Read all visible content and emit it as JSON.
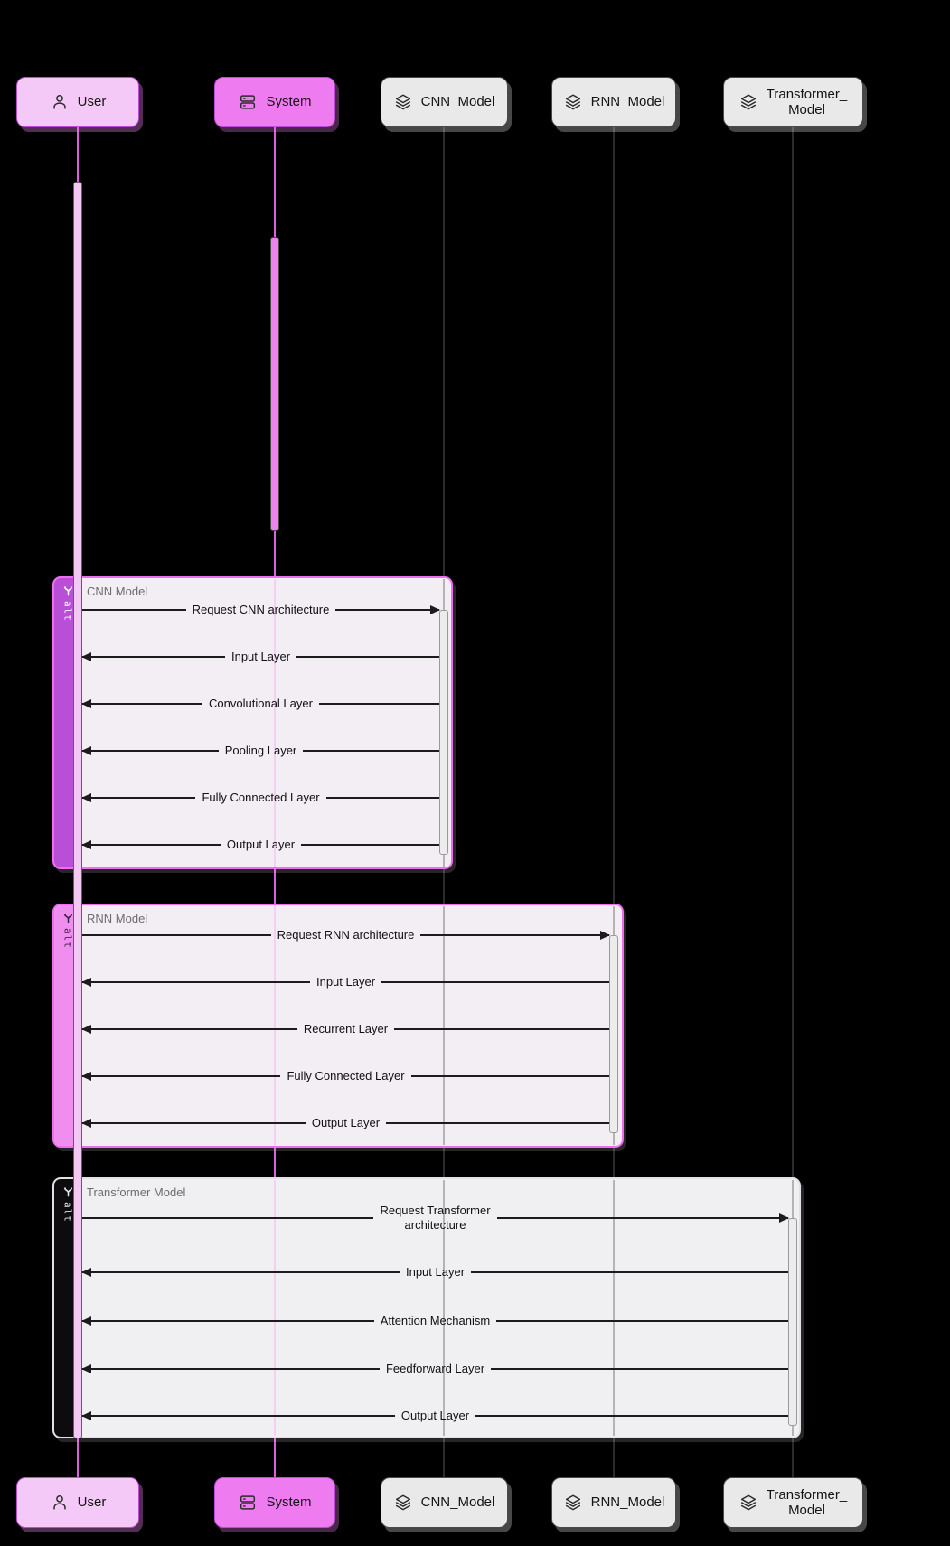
{
  "diagram": {
    "type": "sequence-diagram",
    "actors": [
      {
        "id": "user",
        "label": "User",
        "icon": "person-icon",
        "variant": "pink-light"
      },
      {
        "id": "system",
        "label": "System",
        "icon": "server-icon",
        "variant": "pink-bright"
      },
      {
        "id": "cnn",
        "label": "CNN_Model",
        "icon": "layers-icon",
        "variant": "gray"
      },
      {
        "id": "rnn",
        "label": "RNN_Model",
        "icon": "layers-icon",
        "variant": "gray"
      },
      {
        "id": "transformer",
        "label": "Transformer_\nModel",
        "icon": "layers-icon",
        "variant": "gray"
      }
    ],
    "frames": [
      {
        "operator": "alt",
        "label": "CNN Model",
        "variant": "magenta",
        "messages": [
          {
            "text": "Request CNN architecture",
            "direction": "right"
          },
          {
            "text": "Input Layer",
            "direction": "left"
          },
          {
            "text": "Convolutional Layer",
            "direction": "left"
          },
          {
            "text": "Pooling Layer",
            "direction": "left"
          },
          {
            "text": "Fully Connected Layer",
            "direction": "left"
          },
          {
            "text": "Output Layer",
            "direction": "left"
          }
        ]
      },
      {
        "operator": "alt",
        "label": "RNN Model",
        "variant": "pink",
        "messages": [
          {
            "text": "Request RNN architecture",
            "direction": "right"
          },
          {
            "text": "Input Layer",
            "direction": "left"
          },
          {
            "text": "Recurrent Layer",
            "direction": "left"
          },
          {
            "text": "Fully Connected Layer",
            "direction": "left"
          },
          {
            "text": "Output Layer",
            "direction": "left"
          }
        ]
      },
      {
        "operator": "alt",
        "label": "Transformer Model",
        "variant": "dark",
        "messages": [
          {
            "text": "Request Transformer\narchitecture",
            "direction": "right"
          },
          {
            "text": "Input Layer",
            "direction": "left"
          },
          {
            "text": "Attention Mechanism",
            "direction": "left"
          },
          {
            "text": "Feedforward Layer",
            "direction": "left"
          },
          {
            "text": "Output Layer",
            "direction": "left"
          }
        ]
      }
    ],
    "colors": {
      "background": "#000000",
      "actor_pink_light": "#f5c9f7",
      "actor_pink_bright": "#ee7cf0",
      "actor_pink_border": "#bb4cd6",
      "actor_gray": "#e9e9e9",
      "frame_border_pink": "#f06df2",
      "sidebar_magenta": "#b84fd6",
      "sidebar_pink": "#f08ef0",
      "sidebar_dark": "#0d0b0e",
      "lifeline_pink": "#de5ede",
      "lifeline_dark": "#2b2b2b",
      "activation_system": "#ee82ee",
      "message_line": "#1c1c1c"
    }
  }
}
